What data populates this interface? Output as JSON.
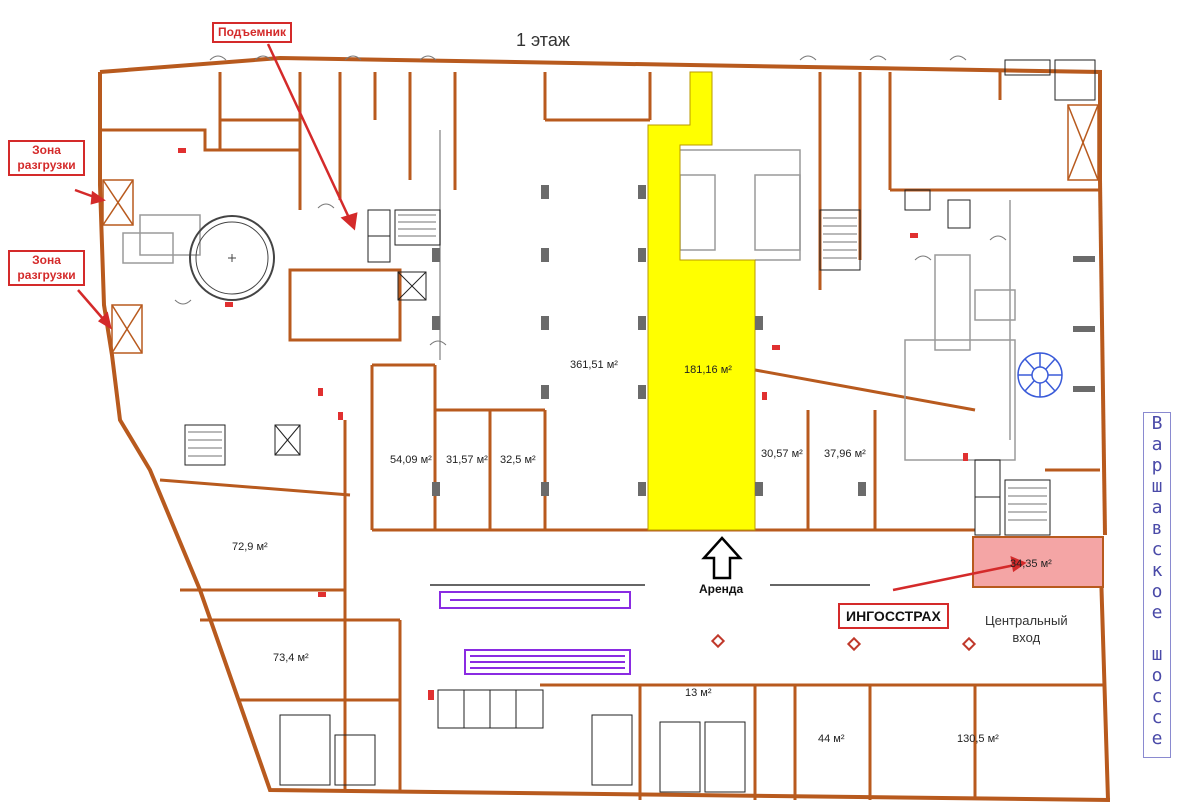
{
  "floor_title": "1 этаж",
  "callouts": {
    "lift": "Подъемник",
    "unloading_1": "Зона разгрузки",
    "unloading_2": "Зона разгрузки"
  },
  "areas": {
    "a361": "361,51 м²",
    "a181": "181,16 м²",
    "a54": "54,09 м²",
    "a3157": "31,57 м²",
    "a325": "32,5 м²",
    "a3057": "30,57 м²",
    "a3796": "37,96 м²",
    "a729": "72,9 м²",
    "a734": "73,4 м²",
    "a3435": "34,35 м²",
    "a13": "13 м²",
    "a44": "44 м²",
    "a1305": "130,5 м²"
  },
  "labels": {
    "rent": "Аренда",
    "tenant": "ИНГОССТРАХ",
    "entrance_line1": "Центральный",
    "entrance_line2": "вход"
  },
  "road_name": "Варшавское шоссе",
  "colors": {
    "rent_highlight": "#ffff00",
    "tenant_highlight": "#f4a5a5",
    "wall": "#b85a1e",
    "callout_red": "#d42a2a",
    "escalator": "#8a2be2",
    "stair_spiral": "#3a5bd9"
  }
}
